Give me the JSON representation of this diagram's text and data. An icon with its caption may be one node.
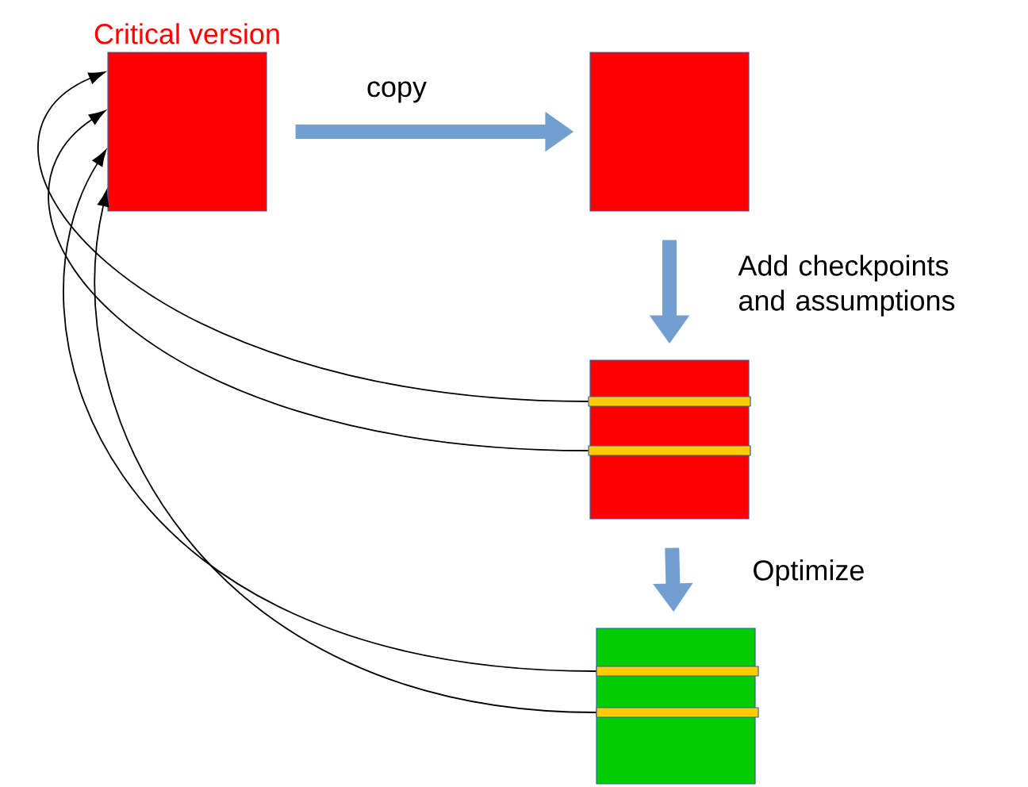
{
  "diagram": {
    "nodes": [
      {
        "text": [
          "Critical version"
        ]
      },
      {
        "text": [],
        "shape": "box"
      },
      {
        "text": [],
        "shape": "box"
      },
      {
        "text": [],
        "shape": "bar",
        "in": 2
      },
      {
        "text": [],
        "shape": "bar",
        "in": 2
      },
      {
        "text": [],
        "shape": "box"
      },
      {
        "text": [],
        "shape": "bar",
        "in": 5
      },
      {
        "text": [],
        "shape": "bar",
        "in": 5
      }
    ],
    "edges": [
      {
        "from": 0,
        "to": 1,
        "arrow": "to",
        "label": "copy",
        "style": "thick",
        "color": "#729fcf"
      },
      {
        "from": 1,
        "to": 2,
        "arrow": "to",
        "label": "Add checkpoints and assumptions",
        "style": "thick",
        "color": "#729fcf"
      },
      {
        "from": 2,
        "to": 5,
        "arrow": "to",
        "label": "Optimize",
        "style": "thick",
        "color": "#729fcf"
      },
      {
        "from": 3,
        "to": 0,
        "arrow": "to"
      },
      {
        "from": 4,
        "to": 0,
        "arrow": "to"
      },
      {
        "from": 6,
        "to": 0,
        "arrow": "to"
      },
      {
        "from": 7,
        "to": 0,
        "arrow": "to"
      }
    ]
  }
}
